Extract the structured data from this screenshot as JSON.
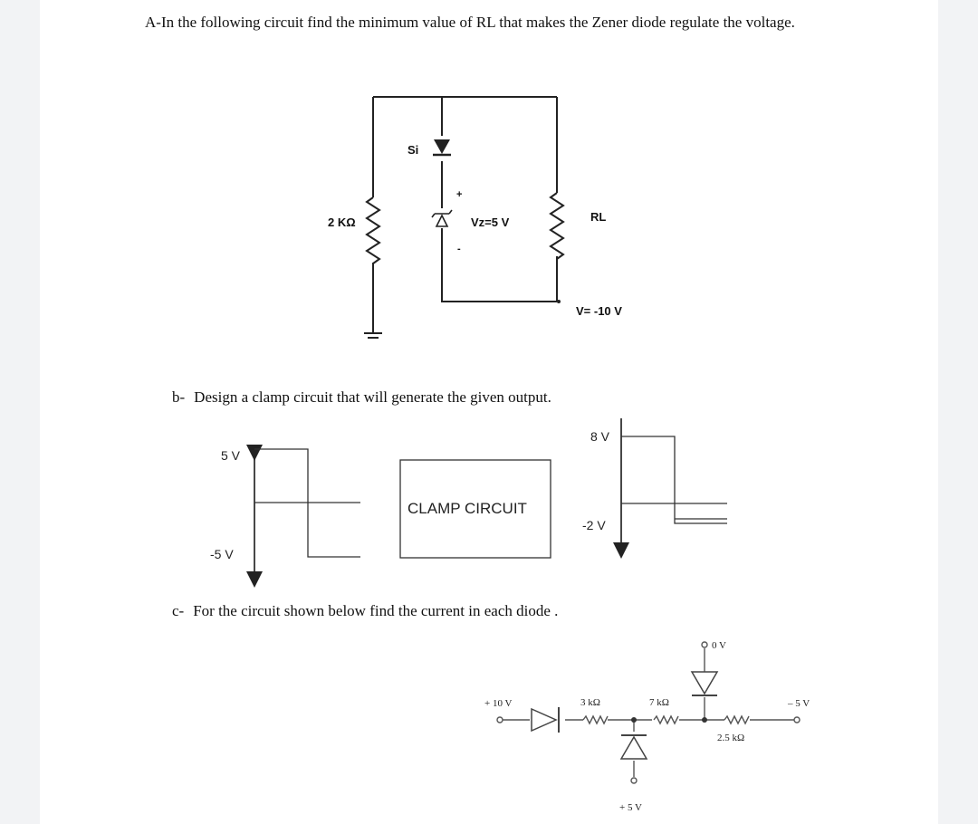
{
  "questions": {
    "a": {
      "text": "A-In  the following circuit find the minimum value of RL that makes the Zener diode regulate the voltage."
    },
    "b": {
      "label": "b-",
      "text": "Design a clamp circuit that will generate the given output."
    },
    "c": {
      "label": "c-",
      "text": "For the circuit shown below find the current in each diode ."
    }
  },
  "circuit_a": {
    "resistor_label": "2 KΩ",
    "diode_label": "Si",
    "zener_plus": "+",
    "zener_label": "Vz=5 V",
    "zener_minus": "-",
    "load_label": "RL",
    "source_label": "V= -10  V"
  },
  "clamp": {
    "input_high": "5 V",
    "input_low": "-5 V",
    "box_label": "CLAMP CIRCUIT",
    "output_high": "8 V",
    "output_low": "-2 V"
  },
  "circuit_c": {
    "source_left": "+ 10 V",
    "r1_label": "3 kΩ",
    "r2_label": "7 kΩ",
    "top_label": "0 V",
    "r3_label": "2.5 kΩ",
    "source_right": "– 5 V",
    "bottom_label": "+ 5 V"
  },
  "colors": {
    "ink": "#111111",
    "page": "#ffffff",
    "background": "#f2f3f5",
    "wire": "#222222"
  }
}
